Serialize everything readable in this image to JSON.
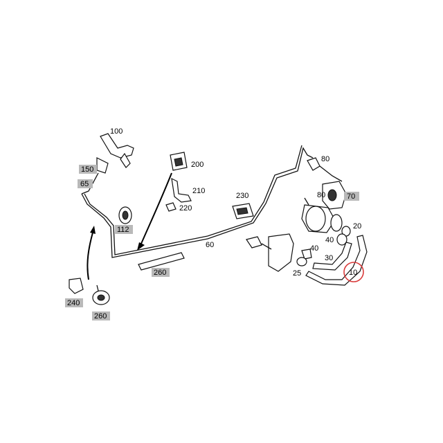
{
  "diagram": {
    "labels": {
      "p100": "100",
      "p150": "150",
      "p65": "65",
      "p112": "112",
      "p240": "240",
      "p260a": "260",
      "p200": "200",
      "p210": "210",
      "p220": "220",
      "p230": "230",
      "p60": "60",
      "p260b": "260",
      "p80a": "80",
      "p80b": "80",
      "p70": "70",
      "p20": "20",
      "p40a": "40",
      "p40b": "40",
      "p30": "30",
      "p25": "25",
      "p10": "10"
    },
    "highlight_color": "#d93a3a",
    "label_box_color": "#b9b9b9"
  }
}
